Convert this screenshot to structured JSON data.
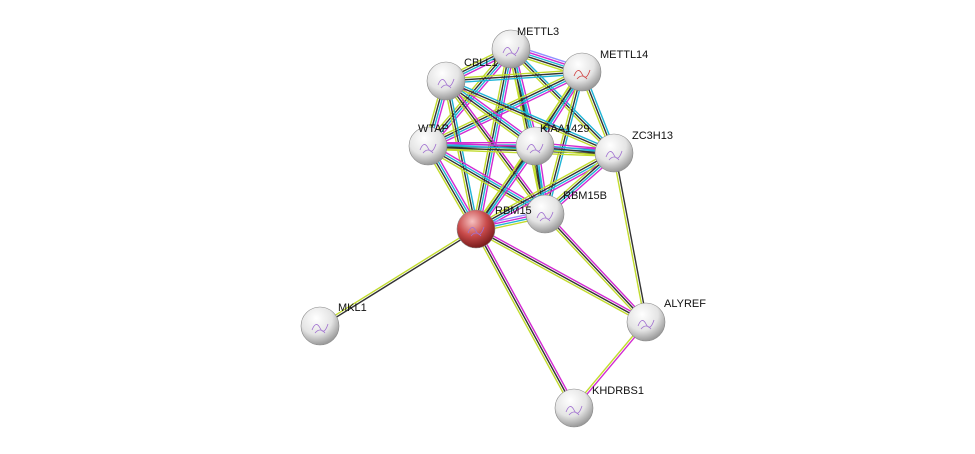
{
  "network": {
    "query_protein": "RBM15",
    "channel_colors": {
      "database": "#1fb5d6",
      "experiments": "#d22bd2",
      "coexpression": "#333333",
      "textmining": "#c2dc2e",
      "homology": "#9090ff"
    },
    "node_colors": {
      "query": "#c84a4a",
      "neighbor": "#e8e8e8"
    },
    "nodes": [
      {
        "id": "METTL3",
        "label": "METTL3"
      },
      {
        "id": "METTL14",
        "label": "METTL14"
      },
      {
        "id": "CBLL1",
        "label": "CBLL1"
      },
      {
        "id": "WTAP",
        "label": "WTAP"
      },
      {
        "id": "KIAA1429",
        "label": "KIAA1429"
      },
      {
        "id": "ZC3H13",
        "label": "ZC3H13"
      },
      {
        "id": "RBM15B",
        "label": "RBM15B"
      },
      {
        "id": "RBM15",
        "label": "RBM15"
      },
      {
        "id": "MKL1",
        "label": "MKL1"
      },
      {
        "id": "ALYREF",
        "label": "ALYREF"
      },
      {
        "id": "KHDRBS1",
        "label": "KHDRBS1"
      }
    ],
    "edges": [
      {
        "a": "METTL3",
        "b": "METTL14",
        "channels": [
          "homology",
          "experiments",
          "database",
          "coexpression",
          "textmining"
        ]
      },
      {
        "a": "METTL3",
        "b": "CBLL1",
        "channels": [
          "experiments",
          "database",
          "coexpression",
          "textmining"
        ]
      },
      {
        "a": "METTL3",
        "b": "WTAP",
        "channels": [
          "experiments",
          "database",
          "coexpression",
          "textmining"
        ]
      },
      {
        "a": "METTL3",
        "b": "KIAA1429",
        "channels": [
          "experiments",
          "database",
          "coexpression",
          "textmining"
        ]
      },
      {
        "a": "METTL3",
        "b": "ZC3H13",
        "channels": [
          "database",
          "coexpression",
          "textmining"
        ]
      },
      {
        "a": "METTL3",
        "b": "RBM15",
        "channels": [
          "experiments",
          "database",
          "coexpression",
          "textmining"
        ]
      },
      {
        "a": "METTL3",
        "b": "RBM15B",
        "channels": [
          "database",
          "coexpression",
          "textmining"
        ]
      },
      {
        "a": "METTL14",
        "b": "CBLL1",
        "channels": [
          "database",
          "coexpression",
          "textmining"
        ]
      },
      {
        "a": "METTL14",
        "b": "WTAP",
        "channels": [
          "experiments",
          "database",
          "coexpression",
          "textmining"
        ]
      },
      {
        "a": "METTL14",
        "b": "KIAA1429",
        "channels": [
          "experiments",
          "database",
          "coexpression",
          "textmining"
        ]
      },
      {
        "a": "METTL14",
        "b": "ZC3H13",
        "channels": [
          "database",
          "coexpression",
          "textmining"
        ]
      },
      {
        "a": "METTL14",
        "b": "RBM15",
        "channels": [
          "database",
          "coexpression",
          "textmining"
        ]
      },
      {
        "a": "METTL14",
        "b": "RBM15B",
        "channels": [
          "database",
          "coexpression",
          "textmining"
        ]
      },
      {
        "a": "CBLL1",
        "b": "WTAP",
        "channels": [
          "experiments",
          "database",
          "coexpression",
          "textmining"
        ]
      },
      {
        "a": "CBLL1",
        "b": "KIAA1429",
        "channels": [
          "experiments",
          "database",
          "coexpression",
          "textmining"
        ]
      },
      {
        "a": "CBLL1",
        "b": "ZC3H13",
        "channels": [
          "database",
          "coexpression",
          "textmining"
        ]
      },
      {
        "a": "CBLL1",
        "b": "RBM15",
        "channels": [
          "database",
          "coexpression",
          "textmining"
        ]
      },
      {
        "a": "CBLL1",
        "b": "RBM15B",
        "channels": [
          "experiments",
          "coexpression",
          "textmining"
        ]
      },
      {
        "a": "WTAP",
        "b": "KIAA1429",
        "channels": [
          "experiments",
          "database",
          "coexpression",
          "textmining"
        ]
      },
      {
        "a": "WTAP",
        "b": "ZC3H13",
        "channels": [
          "experiments",
          "database",
          "coexpression",
          "textmining"
        ]
      },
      {
        "a": "WTAP",
        "b": "RBM15",
        "channels": [
          "experiments",
          "database",
          "coexpression",
          "textmining"
        ]
      },
      {
        "a": "WTAP",
        "b": "RBM15B",
        "channels": [
          "experiments",
          "database",
          "coexpression",
          "textmining"
        ]
      },
      {
        "a": "KIAA1429",
        "b": "ZC3H13",
        "channels": [
          "experiments",
          "database",
          "coexpression",
          "textmining"
        ]
      },
      {
        "a": "KIAA1429",
        "b": "RBM15",
        "channels": [
          "experiments",
          "database",
          "coexpression",
          "textmining"
        ]
      },
      {
        "a": "KIAA1429",
        "b": "RBM15B",
        "channels": [
          "experiments",
          "database",
          "coexpression",
          "textmining"
        ]
      },
      {
        "a": "ZC3H13",
        "b": "RBM15",
        "channels": [
          "experiments",
          "database",
          "coexpression",
          "textmining"
        ]
      },
      {
        "a": "ZC3H13",
        "b": "RBM15B",
        "channels": [
          "experiments",
          "database",
          "coexpression",
          "textmining"
        ]
      },
      {
        "a": "RBM15",
        "b": "RBM15B",
        "channels": [
          "homology",
          "experiments",
          "database",
          "textmining"
        ]
      },
      {
        "a": "RBM15",
        "b": "MKL1",
        "channels": [
          "coexpression",
          "textmining"
        ]
      },
      {
        "a": "RBM15",
        "b": "ALYREF",
        "channels": [
          "experiments",
          "coexpression",
          "textmining"
        ]
      },
      {
        "a": "RBM15",
        "b": "KHDRBS1",
        "channels": [
          "experiments",
          "coexpression",
          "textmining"
        ]
      },
      {
        "a": "RBM15B",
        "b": "ALYREF",
        "channels": [
          "experiments",
          "coexpression",
          "textmining"
        ]
      },
      {
        "a": "ZC3H13",
        "b": "ALYREF",
        "channels": [
          "coexpression",
          "textmining"
        ]
      },
      {
        "a": "ALYREF",
        "b": "KHDRBS1",
        "channels": [
          "experiments",
          "textmining"
        ]
      }
    ]
  }
}
